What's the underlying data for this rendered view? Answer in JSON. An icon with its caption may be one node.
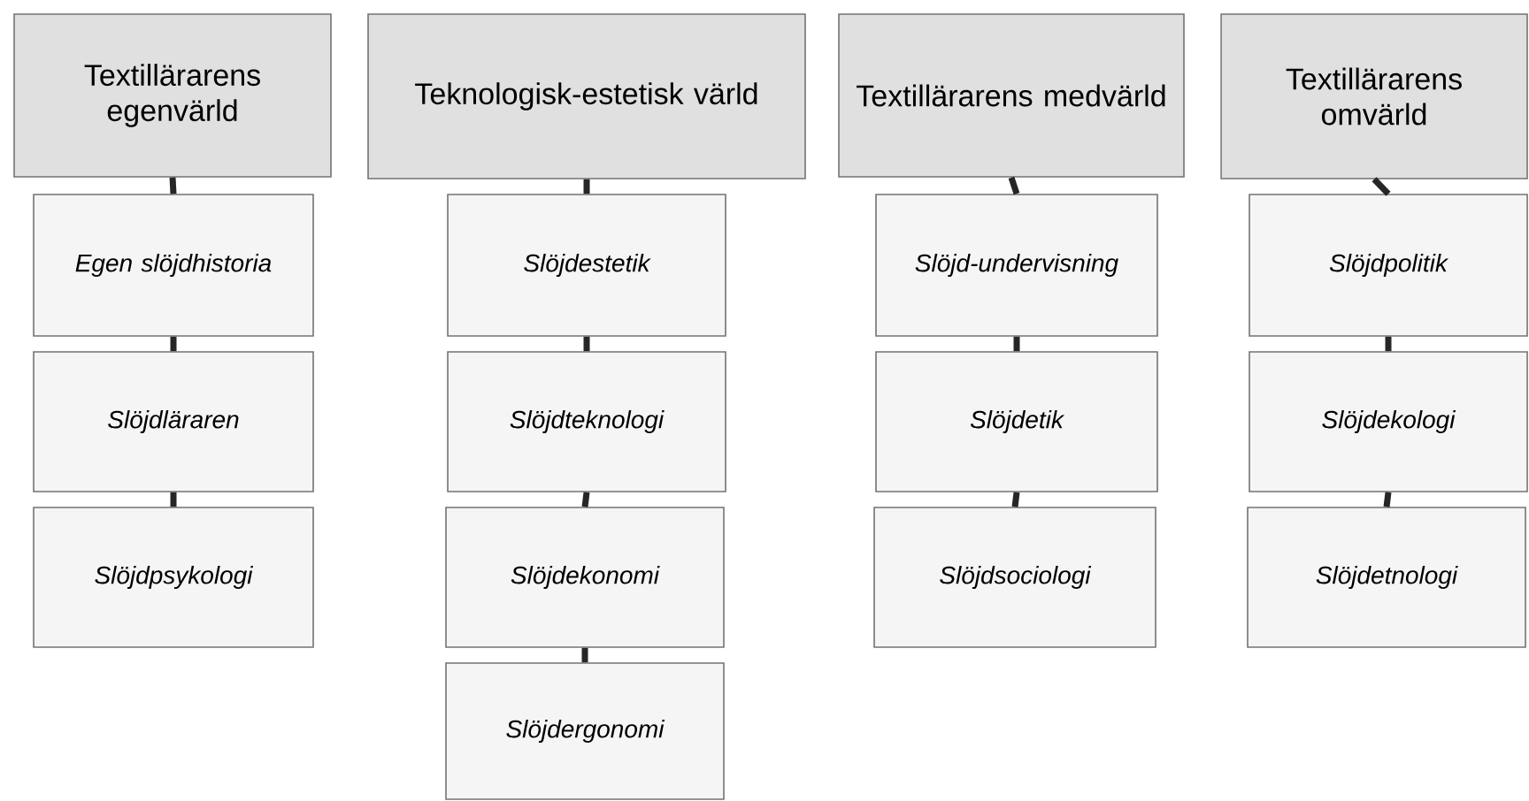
{
  "diagram": {
    "nodes": [
      {
        "text": [
          "Textillärarens egenvärld"
        ]
      },
      {
        "text": [
          "Egen slöjdhistoria"
        ]
      },
      {
        "text": [
          "Slöjdläraren"
        ]
      },
      {
        "text": [
          "Slöjdpsykologi"
        ]
      },
      {
        "text": [
          "Teknologisk-estetisk värld"
        ]
      },
      {
        "text": [
          "Slöjdestetik"
        ]
      },
      {
        "text": [
          "Slöjdteknologi"
        ]
      },
      {
        "text": [
          "Slöjdekonomi"
        ]
      },
      {
        "text": [
          "Slöjdergonomi"
        ]
      },
      {
        "text": [
          "Textillärarens medvärld"
        ]
      },
      {
        "text": [
          "Slöjd-undervisning"
        ]
      },
      {
        "text": [
          "Slöjdetik"
        ]
      },
      {
        "text": [
          "Slöjdsociologi"
        ]
      },
      {
        "text": [
          "Textillärarens omvärld"
        ]
      },
      {
        "text": [
          "Slöjdpolitik"
        ]
      },
      {
        "text": [
          "Slöjdekologi"
        ]
      },
      {
        "text": [
          "Slöjdetnologi"
        ]
      }
    ],
    "edges": [
      {
        "from": 0,
        "to": 1,
        "arrow": "none"
      },
      {
        "from": 1,
        "to": 2,
        "arrow": "none"
      },
      {
        "from": 2,
        "to": 3,
        "arrow": "none"
      },
      {
        "from": 4,
        "to": 5,
        "arrow": "none"
      },
      {
        "from": 5,
        "to": 6,
        "arrow": "none"
      },
      {
        "from": 6,
        "to": 7,
        "arrow": "none"
      },
      {
        "from": 7,
        "to": 8,
        "arrow": "none"
      },
      {
        "from": 9,
        "to": 10,
        "arrow": "none"
      },
      {
        "from": 10,
        "to": 11,
        "arrow": "none"
      },
      {
        "from": 11,
        "to": 12,
        "arrow": "none"
      },
      {
        "from": 13,
        "to": 14,
        "arrow": "none"
      },
      {
        "from": 14,
        "to": 15,
        "arrow": "none"
      },
      {
        "from": 15,
        "to": 16,
        "arrow": "none"
      }
    ]
  }
}
